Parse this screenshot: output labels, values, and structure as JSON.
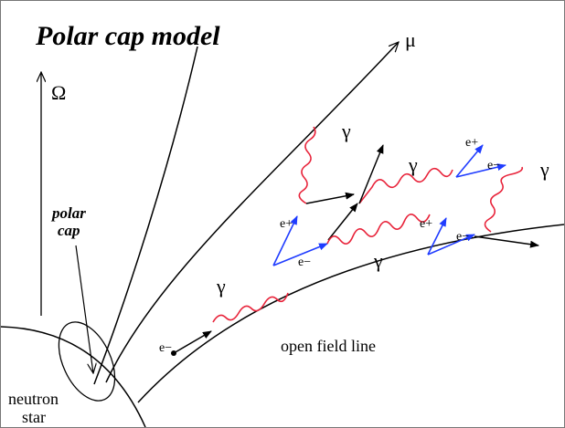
{
  "title": "Polar cap model",
  "labels": {
    "omega": "Ω",
    "mu": "μ",
    "polar_cap_line1": "polar",
    "polar_cap_line2": "cap",
    "neutron_star_line1": "neutron",
    "neutron_star_line2": "star",
    "open_field_line": "open field line"
  },
  "particles": {
    "gamma": "γ",
    "electron": "e−",
    "positron": "e+"
  },
  "colors": {
    "photon": "#e8233a",
    "pair": "#1f3cff",
    "line": "#000000"
  }
}
